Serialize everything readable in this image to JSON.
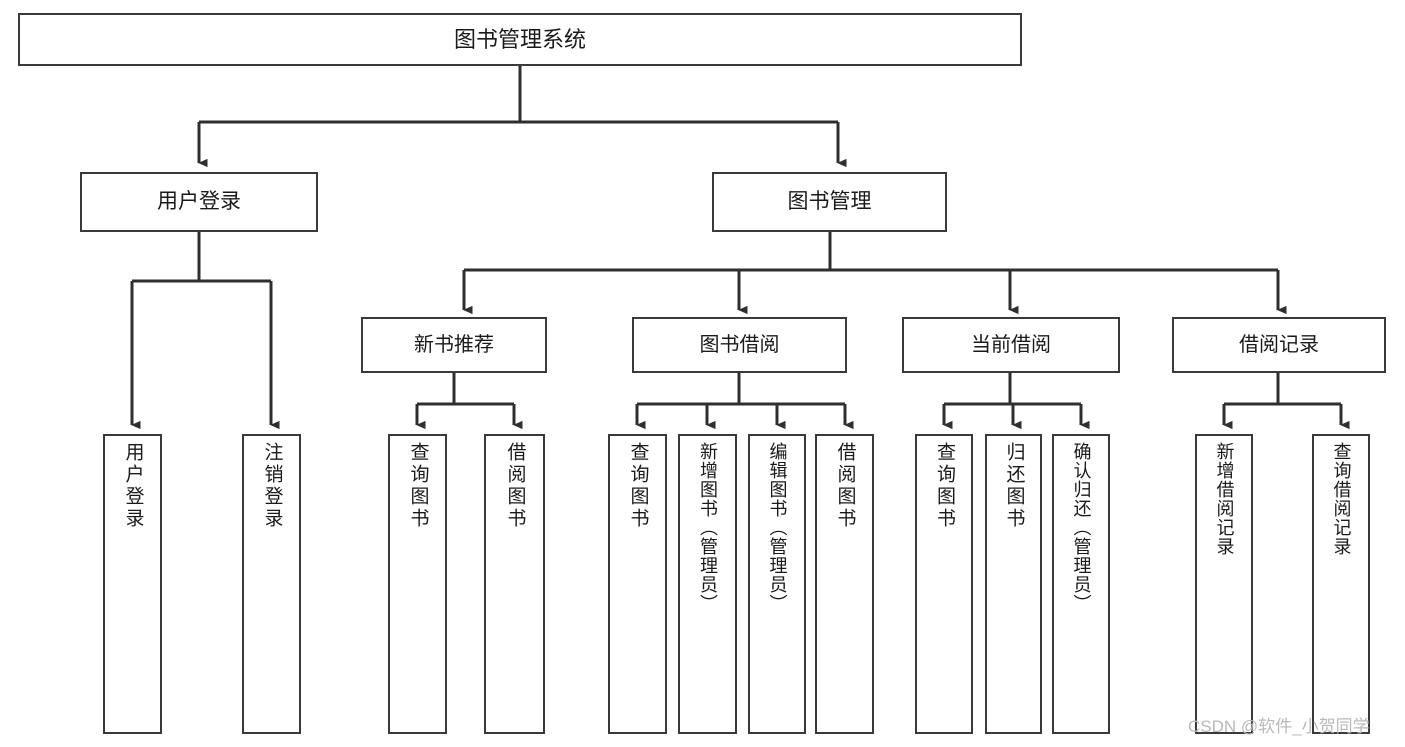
{
  "diagram": {
    "title": "图书管理系统",
    "type": "hierarchy-tree",
    "orientation": "top-down",
    "colors": {
      "box_border": "#3a3a3a",
      "box_fill": "#ffffff",
      "connector": "#2f2f2f",
      "text": "#1a1a1a",
      "watermark": "#b9b9b9"
    },
    "root": {
      "id": "root",
      "label": "图书管理系统"
    },
    "level1": [
      {
        "id": "l1-user-login",
        "label": "用户登录"
      },
      {
        "id": "l1-book-manage",
        "label": "图书管理"
      }
    ],
    "level2": [
      {
        "id": "l2-new-book",
        "label": "新书推荐",
        "parent": "l1-book-manage"
      },
      {
        "id": "l2-borrow",
        "label": "图书借阅",
        "parent": "l1-book-manage"
      },
      {
        "id": "l2-current",
        "label": "当前借阅",
        "parent": "l1-book-manage"
      },
      {
        "id": "l2-record",
        "label": "借阅记录",
        "parent": "l1-book-manage"
      }
    ],
    "leaves": [
      {
        "id": "leaf-1",
        "label": "用户登录",
        "parent": "l1-user-login",
        "vertical": true
      },
      {
        "id": "leaf-2",
        "label": "注销登录",
        "parent": "l1-user-login",
        "vertical": true
      },
      {
        "id": "leaf-3",
        "label": "查询图书",
        "parent": "l2-new-book",
        "vertical": true
      },
      {
        "id": "leaf-4",
        "label": "借阅图书",
        "parent": "l2-new-book",
        "vertical": true
      },
      {
        "id": "leaf-5",
        "label": "查询图书",
        "parent": "l2-borrow",
        "vertical": true
      },
      {
        "id": "leaf-6",
        "label": "新增图书（管理员）",
        "parent": "l2-borrow",
        "vertical": true
      },
      {
        "id": "leaf-7",
        "label": "编辑图书（管理员）",
        "parent": "l2-borrow",
        "vertical": true
      },
      {
        "id": "leaf-8",
        "label": "借阅图书",
        "parent": "l2-borrow",
        "vertical": true
      },
      {
        "id": "leaf-9",
        "label": "查询图书",
        "parent": "l2-current",
        "vertical": true
      },
      {
        "id": "leaf-10",
        "label": "归还图书",
        "parent": "l2-current",
        "vertical": true
      },
      {
        "id": "leaf-11",
        "label": "确认归还（管理员）",
        "parent": "l2-current",
        "vertical": true
      },
      {
        "id": "leaf-12",
        "label": "新增借阅记录",
        "parent": "l2-record",
        "vertical": true
      },
      {
        "id": "leaf-13",
        "label": "查询借阅记录",
        "parent": "l2-record",
        "vertical": true
      }
    ],
    "watermark": "CSDN @软件_小贺同学"
  }
}
